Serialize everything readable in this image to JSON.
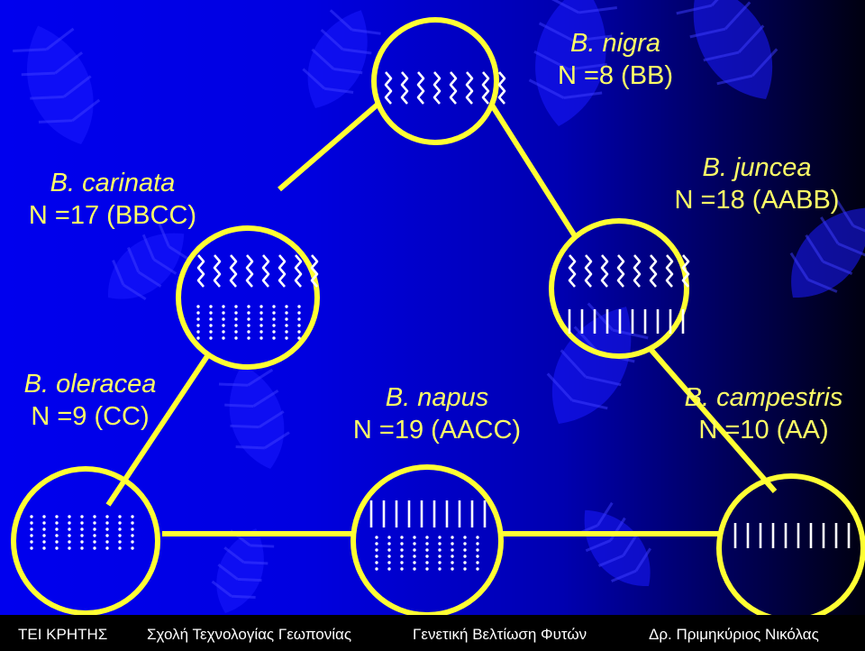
{
  "species": {
    "nigra": {
      "name": "B. nigra",
      "count": "N =8 (BB)"
    },
    "juncea": {
      "name": "B. juncea",
      "count": "N =18 (AABB)"
    },
    "carinata": {
      "name": "B. carinata",
      "count": "N =17 (BBCC)"
    },
    "oleracea": {
      "name": "B. oleracea",
      "count": "N =9 (CC)"
    },
    "napus": {
      "name": "B. napus",
      "count": "N =19 (AACC)"
    },
    "campestris": {
      "name": "B. campestris",
      "count": "N =10 (AA)"
    }
  },
  "footer": {
    "institution": "ΤΕΙ ΚΡΗΤΗΣ",
    "school": "Σχολή Τεχνολογίας Γεωπονίας",
    "course": "Γενετική Βελτίωση Φυτών",
    "author": "Δρ. Πριμηκύριος Νικόλας"
  },
  "colors": {
    "accent": "#ffff33",
    "background": "#0000ee",
    "footer": "#000000",
    "chromosome": "#ffffff"
  },
  "icons": {
    "b_genome": "wavy-chromosome-icon",
    "a_genome": "straight-chromosome-icon",
    "c_genome": "dotted-chromosome-icon"
  }
}
